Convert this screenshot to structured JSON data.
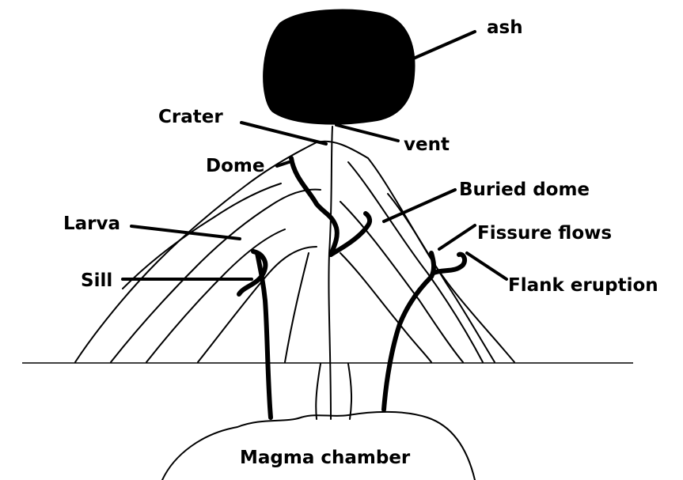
{
  "labels": {
    "ash": "ash",
    "crater": "Crater",
    "vent": "vent",
    "dome": "Dome",
    "buried_dome": "Buried dome",
    "larva": "Larva",
    "fissure_flows": "Fissure flows",
    "sill": "Sill",
    "flank_eruption": "Flank eruption",
    "magma_chamber": "Magma chamber"
  }
}
